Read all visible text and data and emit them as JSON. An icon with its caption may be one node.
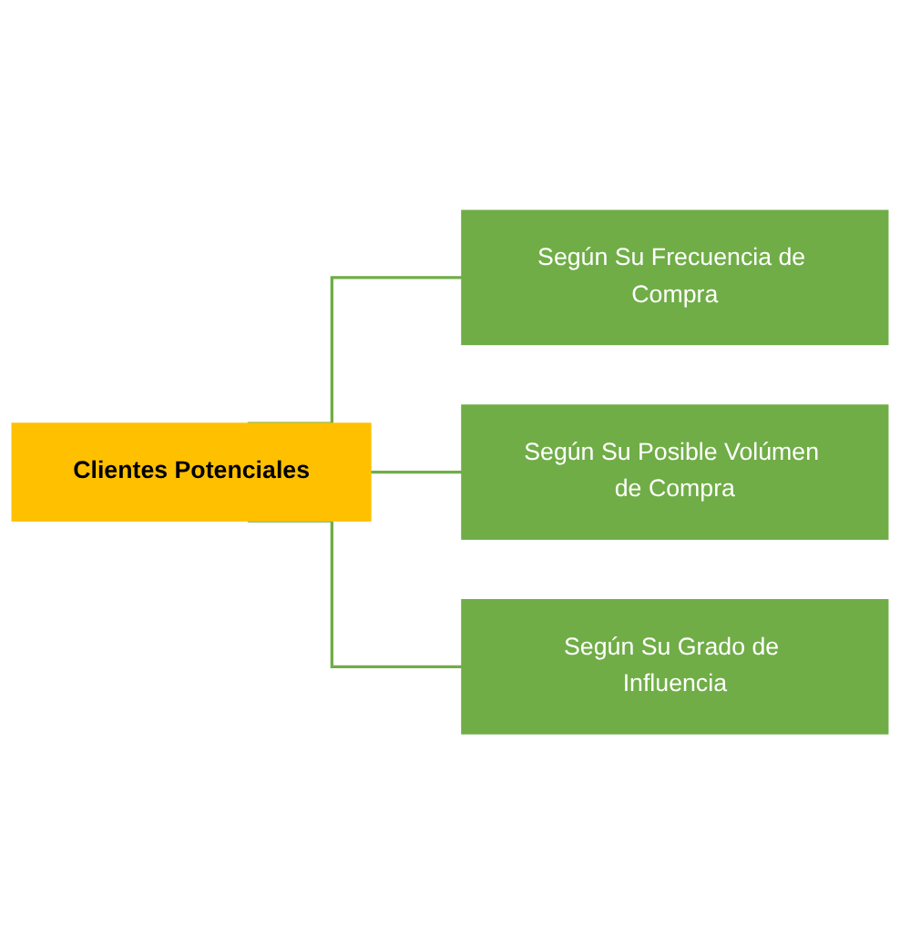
{
  "diagram": {
    "nodes": [
      {
        "text": [
          "Clientes Potenciales"
        ]
      },
      {
        "text": [
          "Según Su Frecuencia de Compra"
        ]
      },
      {
        "text": [
          "Según Su Posible Volúmen de Compra"
        ]
      },
      {
        "text": [
          "Según Su Grado de Influencia"
        ]
      }
    ],
    "edges": [
      {
        "from": 0,
        "to": 1,
        "arrow": "none"
      },
      {
        "from": 0,
        "to": 2,
        "arrow": "none"
      },
      {
        "from": 0,
        "to": 3,
        "arrow": "none"
      }
    ]
  }
}
